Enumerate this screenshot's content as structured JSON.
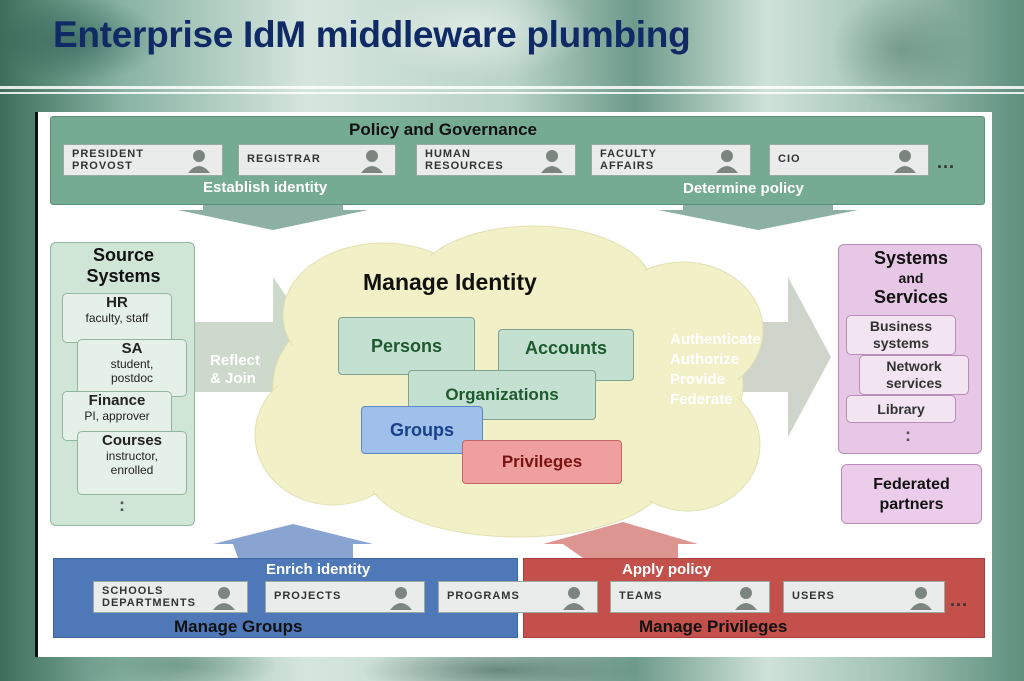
{
  "title": "Enterprise IdM middleware plumbing",
  "policy": {
    "title": "Policy and Governance",
    "establish": "Establish identity",
    "determine": "Determine policy",
    "roles": [
      "PRESIDENT\nPROVOST",
      "REGISTRAR",
      "HUMAN\nRESOURCES",
      "FACULTY\nAFFAIRS",
      "CIO"
    ],
    "more": "..."
  },
  "source": {
    "title_line1": "Source",
    "title_line2": "Systems",
    "items": [
      {
        "name": "HR",
        "sub": "faculty, staff"
      },
      {
        "name": "SA",
        "sub": "student,\npostdoc"
      },
      {
        "name": "Finance",
        "sub": "PI, approver"
      },
      {
        "name": "Courses",
        "sub": "instructor,\nenrolled"
      }
    ],
    "more": ":"
  },
  "reflect": "Reflect\n& Join",
  "cloud": {
    "title": "Manage Identity",
    "persons": "Persons",
    "accounts": "Accounts",
    "organizations": "Organizations",
    "groups": "Groups",
    "privileges": "Privileges"
  },
  "auth": "Authenticate\nAuthorize\nProvide\nFederate",
  "services": {
    "title_line1": "Systems",
    "title_and": "and",
    "title_line2": "Services",
    "items": [
      "Business\nsystems",
      "Network\nservices",
      "Library"
    ],
    "more": ":"
  },
  "federated": "Federated\npartners",
  "bottom": {
    "enrich": "Enrich identity",
    "apply": "Apply policy",
    "manage_groups": "Manage Groups",
    "manage_privileges": "Manage Privileges",
    "roles": [
      "SCHOOLS\nDEPARTMENTS",
      "PROJECTS",
      "PROGRAMS",
      "TEAMS",
      "USERS"
    ],
    "more": "..."
  },
  "colors": {
    "title": "#102a66",
    "policy_band": "#76ab93",
    "source_panel": "#cfe5d6",
    "cloud": "#f1f0c7",
    "persons": "#c3e0d0",
    "groups": "#9ec0ea",
    "privileges": "#ef9f9d",
    "services_panel": "#e7c7e6",
    "blue_band": "#4f78b8",
    "red_band": "#c4504b"
  },
  "icons": [
    "person-silhouette-icon",
    "arrow-down-icon",
    "arrow-right-icon",
    "arrow-up-icon"
  ]
}
